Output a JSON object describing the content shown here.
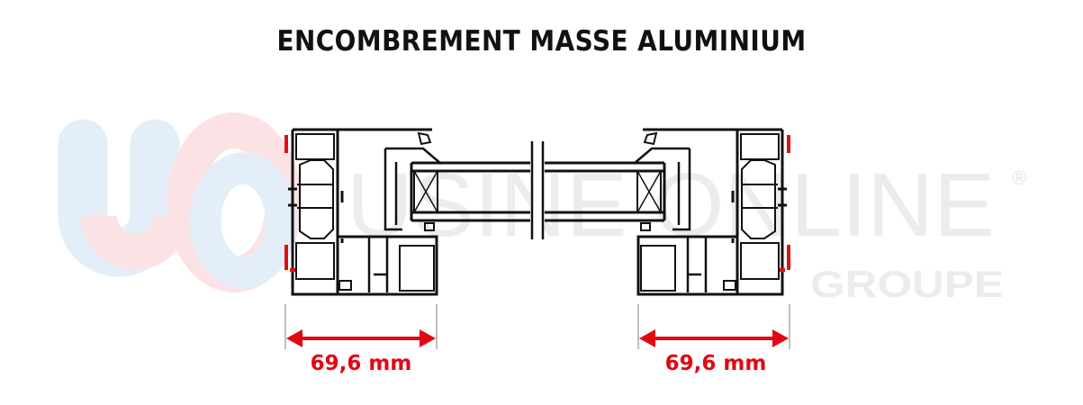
{
  "title": "ENCOMBREMENT MASSE ALUMINIUM",
  "dimensions": [
    {
      "label": "69,6 mm",
      "side": "left"
    },
    {
      "label": "69,6 mm",
      "side": "right"
    }
  ],
  "watermark": {
    "logo": "UO",
    "line1": "USINE ONLINE",
    "line2": "GROUPE",
    "mark": "®"
  },
  "colors": {
    "dimension": "#e30613",
    "profile": "#111111",
    "watermark_gray": "#ececec",
    "watermark_blue": "#e3eef8",
    "watermark_red": "#fbe3e5"
  }
}
